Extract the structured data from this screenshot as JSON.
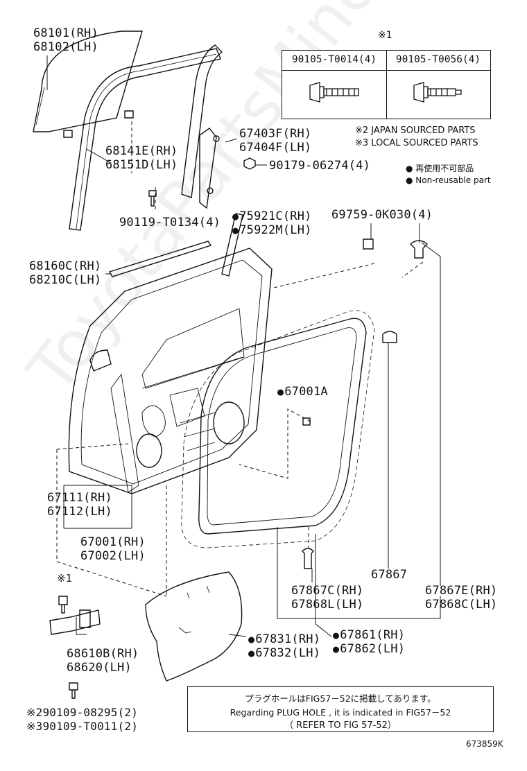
{
  "labels": {
    "glass": [
      "68101(RH)",
      "68102(LH)"
    ],
    "run_channel": [
      "68141E(RH)",
      "68151D(LH)"
    ],
    "bolt_glass": "90119-T0134(4)",
    "sash": [
      "67403F(RH)",
      "67404F(LH)"
    ],
    "nut": "90179-06274(4)",
    "tape": [
      "75921C(RH)",
      "75922M(LH)"
    ],
    "clip_top": "69759-0K030(4)",
    "belt_moulding": [
      "68160C(RH)",
      "68210C(LH)"
    ],
    "seal_hole": "67001A",
    "door_panel": [
      "67111(RH)",
      "67112(LH)"
    ],
    "door_assy": [
      "67001(RH)",
      "67002(LH)"
    ],
    "weatherstrip": "67867",
    "clip_left": [
      "67867C(RH)",
      "67868L(LH)"
    ],
    "clip_right": [
      "67867E(RH)",
      "67868C(LH)"
    ],
    "service_hole_cover": [
      "67831(RH)",
      "67832(LH)"
    ],
    "weatherstrip_upper": [
      "67861(RH)",
      "67862(LH)"
    ],
    "hinge": [
      "68610B(RH)",
      "68620(LH)"
    ],
    "hinge_ref": "※1",
    "bolt_jp": "※290109-08295(2)",
    "bolt_local": "※390109-T0011(2)",
    "figure_id": "673859K"
  },
  "bolt_table": {
    "ref": "※1",
    "col1": "90105-T0014(4)",
    "col2": "90105-T0056(4)"
  },
  "legend": {
    "japan": "※2 JAPAN SOURCED PARTS",
    "local": "※3 LOCAL SOURCED PARTS",
    "nonreuse_jp": "再使用不可部品",
    "nonreuse_en": "Non-reusable part"
  },
  "note": {
    "jp": "プラグホールはFIG57－52に掲載してあります。",
    "en": "Regarding PLUG HOLE , it is indicated in FIG57－52",
    "ref": "（ REFER TO FIG 57-52）"
  },
  "watermark": "ToyotaPartsMiner.ru"
}
